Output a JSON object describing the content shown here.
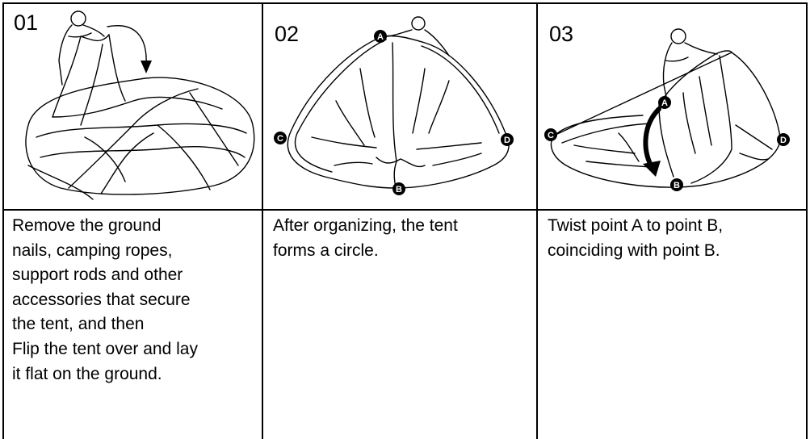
{
  "steps": [
    {
      "number": "01",
      "text": "Remove the ground\nnails, camping ropes,\nsupport rods and other\naccessories that secure\nthe tent, and then\nFlip the tent over and lay\nit flat on the ground."
    },
    {
      "number": "02",
      "text": "After organizing, the tent\nforms a circle.",
      "markers": [
        "A",
        "B",
        "C",
        "D"
      ]
    },
    {
      "number": "03",
      "text": "Twist point A to point B,\ncoinciding with point B.",
      "markers": [
        "A",
        "B",
        "C",
        "D"
      ]
    }
  ]
}
